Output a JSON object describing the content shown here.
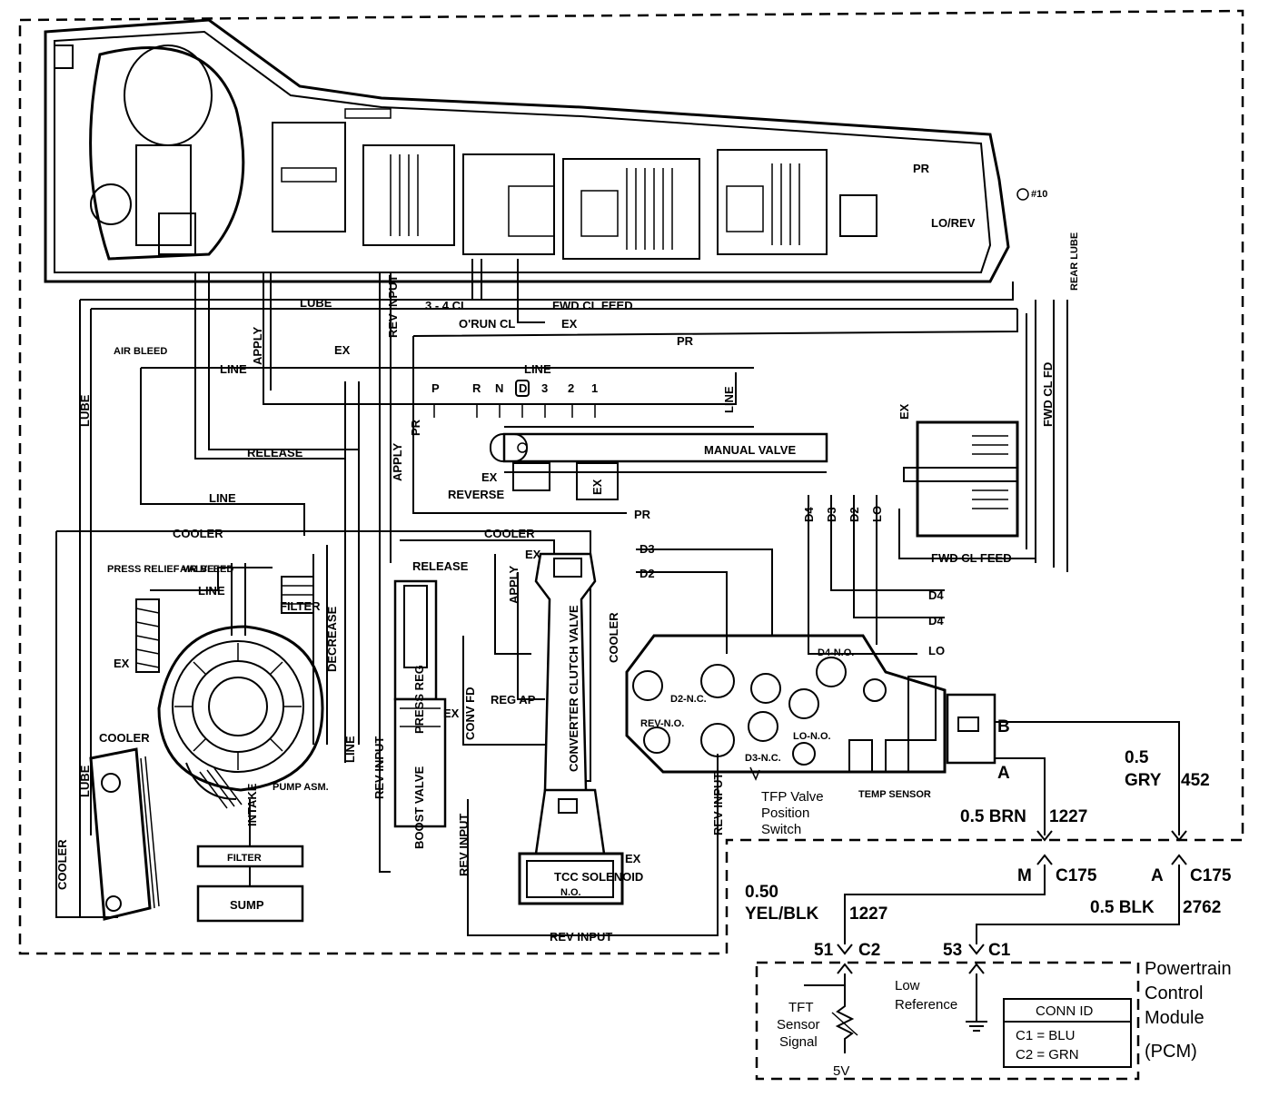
{
  "hydraulic": {
    "pr_top": "PR",
    "hash10": "#10",
    "lo_rev": "LO/REV",
    "rear_lube": "REAR LUBE",
    "lube": "LUBE",
    "apply": "APPLY",
    "rev_input": "REV INPUT",
    "cl34": "3 - 4 CL",
    "fwd_cl_feed": "FWD CL FEED",
    "orun_cl": "O'RUN CL",
    "ex": "EX",
    "pr": "PR",
    "air_bleed": "AIR BLEED",
    "line": "LINE",
    "release": "RELEASE",
    "cooler": "COOLER",
    "reverse": "REVERSE",
    "manual_valve": "MANUAL VALVE",
    "fwd_cl_fd": "FWD CL FD",
    "gear_p": "P",
    "gear_r": "R",
    "gear_n": "N",
    "gear_d": "D",
    "gear_3": "3",
    "gear_2": "2",
    "gear_1": "1",
    "d4": "D4",
    "d3": "D3",
    "d2": "D2",
    "lo": "LO",
    "press_relief_valve": "PRESS RELIEF VALVE",
    "filter": "FILTER",
    "decrease": "DECREASE",
    "press_reg": "PRESS REG",
    "conv_fd": "CONV FD",
    "converter_clutch_valve": "CONVERTER CLUTCH VALVE",
    "reg_ap": "REG AP",
    "boost_valve": "BOOST VALVE",
    "pump_asm": "PUMP ASM.",
    "intake": "INTAKE",
    "sump": "SUMP",
    "tcc_solenoid": "TCC SOLENOID",
    "no": "N.O.",
    "d2_nc": "D2-N.C.",
    "rev_no": "REV-N.O.",
    "d3_nc": "D3-N.C.",
    "lo_no": "LO-N.O.",
    "d4_no": "D4-N.O.",
    "temp_sensor": "TEMP SENSOR",
    "tfp_valve": [
      "TFP Valve",
      "Position",
      "Switch"
    ]
  },
  "electrical": {
    "pin_b": "B",
    "pin_a": "A",
    "wire_gry_gauge": "0.5",
    "wire_gry_color": "GRY",
    "wire_gry_circuit": "452",
    "wire_brn": "0.5 BRN",
    "wire_brn_circuit": "1227",
    "conn_m": "M",
    "conn_a": "A",
    "c175": "C175",
    "wire_yel_gauge": "0.50",
    "wire_yel_color": "YEL/BLK",
    "wire_yel_circuit": "1227",
    "wire_blk": "0.5 BLK",
    "wire_blk_circuit": "2762",
    "pin_51": "51",
    "c2": "C2",
    "pin_53": "53",
    "c1": "C1",
    "tft_sensor_signal": [
      "TFT",
      "Sensor",
      "Signal"
    ],
    "low_reference": [
      "Low",
      "Reference"
    ],
    "v5": "5V",
    "conn_id_title": "CONN ID",
    "conn_id_rows": [
      "C1 = BLU",
      "C2 = GRN"
    ],
    "module_name": [
      "Powertrain",
      "Control",
      "Module",
      "(PCM)"
    ]
  }
}
